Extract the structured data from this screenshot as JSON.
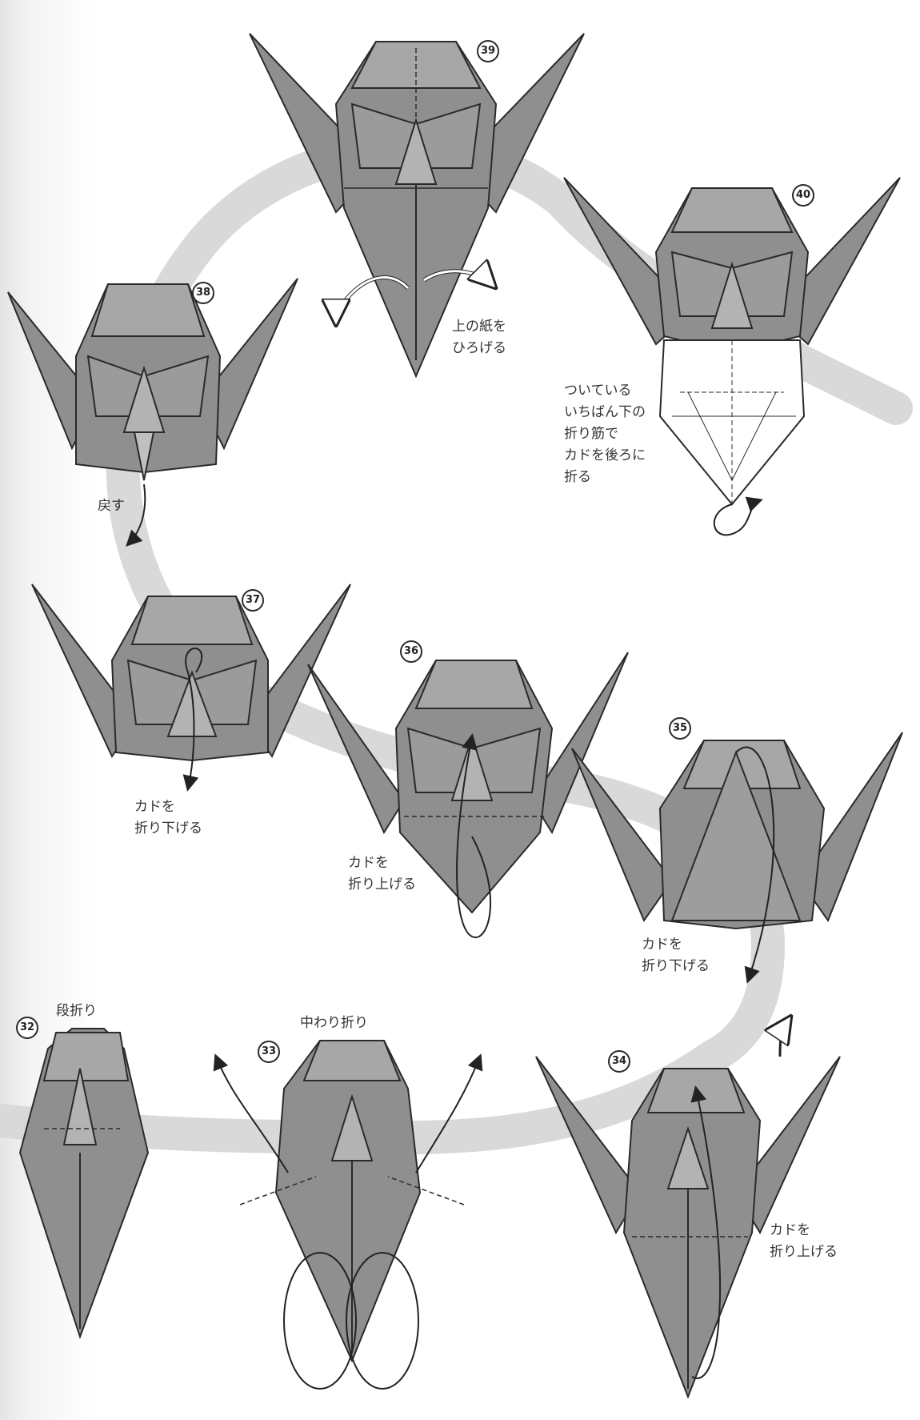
{
  "colors": {
    "paper": "#8f8f8f",
    "paper_light": "#ababab",
    "line": "#2a2a2a",
    "path": "#d9d9d9"
  },
  "steps": [
    {
      "number": "39",
      "label": "上の紙を\nひろげる"
    },
    {
      "number": "40",
      "label": "ついている\nいちばん下の\n折り筋で\nカドを後ろに\n折る"
    },
    {
      "number": "38",
      "label": "戻す"
    },
    {
      "number": "37",
      "label": "カドを\n折り下げる"
    },
    {
      "number": "36",
      "label": "カドを\n折り上げる"
    },
    {
      "number": "35",
      "label": "カドを\n折り下げる"
    },
    {
      "number": "32",
      "label": "段折り"
    },
    {
      "number": "33",
      "label": "中わり折り"
    },
    {
      "number": "34",
      "label": "カドを\n折り上げる"
    }
  ]
}
